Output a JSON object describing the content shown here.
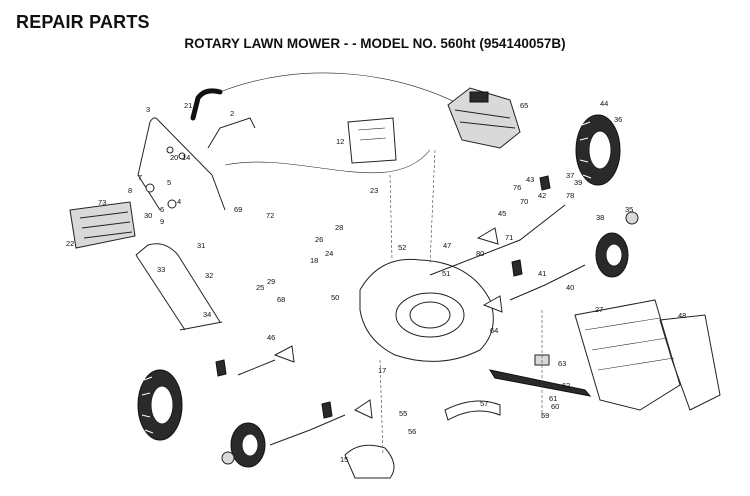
{
  "header": {
    "title": "REPAIR PARTS",
    "subtitle": "ROTARY LAWN MOWER - - MODEL NO. 560ht (954140057B)"
  },
  "parts": [
    {
      "ref": "65"
    },
    {
      "ref": "44"
    },
    {
      "ref": "36"
    },
    {
      "ref": "37"
    },
    {
      "ref": "78"
    },
    {
      "ref": "39"
    },
    {
      "ref": "43"
    },
    {
      "ref": "42"
    },
    {
      "ref": "76"
    },
    {
      "ref": "70"
    },
    {
      "ref": "45"
    },
    {
      "ref": "71"
    },
    {
      "ref": "38"
    },
    {
      "ref": "35"
    },
    {
      "ref": "40"
    },
    {
      "ref": "41"
    },
    {
      "ref": "47"
    },
    {
      "ref": "80"
    },
    {
      "ref": "51"
    },
    {
      "ref": "52"
    },
    {
      "ref": "12"
    },
    {
      "ref": "21"
    },
    {
      "ref": "2"
    },
    {
      "ref": "3"
    },
    {
      "ref": "20"
    },
    {
      "ref": "14"
    },
    {
      "ref": "7"
    },
    {
      "ref": "8"
    },
    {
      "ref": "5"
    },
    {
      "ref": "4"
    },
    {
      "ref": "6"
    },
    {
      "ref": "9"
    },
    {
      "ref": "30"
    },
    {
      "ref": "73"
    },
    {
      "ref": "22"
    },
    {
      "ref": "31"
    },
    {
      "ref": "33"
    },
    {
      "ref": "32"
    },
    {
      "ref": "34"
    },
    {
      "ref": "23"
    },
    {
      "ref": "72"
    },
    {
      "ref": "69"
    },
    {
      "ref": "26"
    },
    {
      "ref": "28"
    },
    {
      "ref": "24"
    },
    {
      "ref": "18"
    },
    {
      "ref": "25"
    },
    {
      "ref": "29"
    },
    {
      "ref": "68"
    },
    {
      "ref": "50"
    },
    {
      "ref": "64"
    },
    {
      "ref": "27"
    },
    {
      "ref": "48"
    },
    {
      "ref": "63"
    },
    {
      "ref": "62"
    },
    {
      "ref": "61"
    },
    {
      "ref": "60"
    },
    {
      "ref": "59"
    },
    {
      "ref": "57"
    },
    {
      "ref": "55"
    },
    {
      "ref": "56"
    },
    {
      "ref": "17"
    },
    {
      "ref": "15"
    },
    {
      "ref": "46"
    }
  ]
}
